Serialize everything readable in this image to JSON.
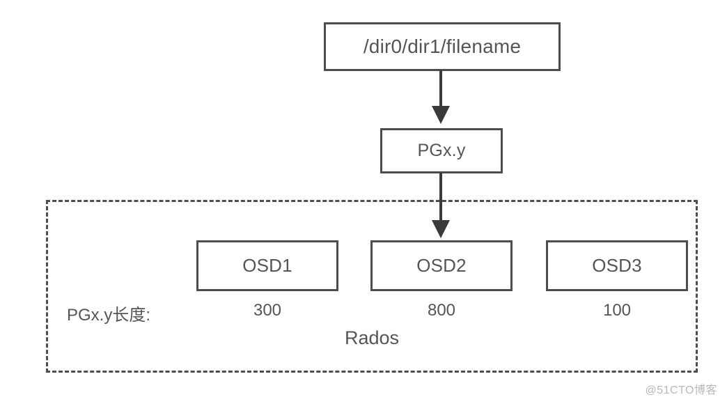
{
  "diagram": {
    "background_color": "#ffffff",
    "node_border_color": "#4d4d4d",
    "text_color": "#555555",
    "connector_color": "#3a3a3a",
    "nodes": {
      "file": {
        "label": "/dir0/dir1/filename"
      },
      "pg": {
        "label": "PGx.y"
      },
      "osd1": {
        "label": "OSD1"
      },
      "osd2": {
        "label": "OSD2"
      },
      "osd3": {
        "label": "OSD3"
      }
    },
    "container": {
      "label": "Rados",
      "border_style": "dashed"
    },
    "length_row": {
      "label": "PGx.y长度:",
      "values": [
        "300",
        "800",
        "100"
      ]
    }
  },
  "watermark": {
    "text": "@51CTO博客"
  }
}
